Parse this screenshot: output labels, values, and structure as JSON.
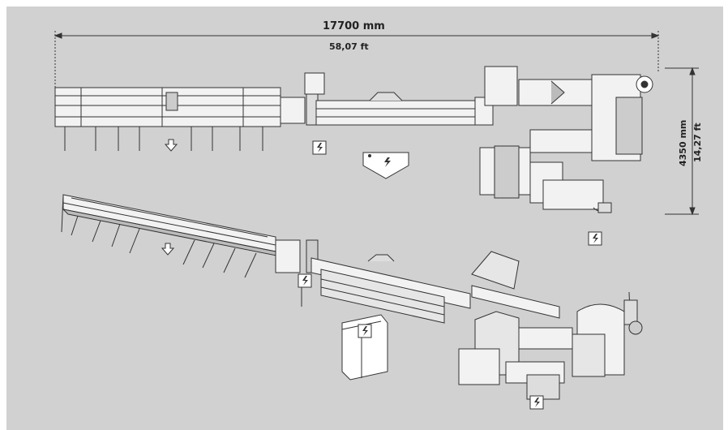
{
  "dimensions": {
    "width_mm": "17700 mm",
    "width_ft": "58,07 ft",
    "height_mm": "4350 mm",
    "height_ft": "14,27 ft"
  },
  "colors": {
    "background": "#d1d1d1",
    "line": "#333333",
    "fill_light": "#f2f2f2",
    "fill_dark": "#9a9a9a"
  },
  "icons": [
    "electric-hazard-icon",
    "down-arrow-icon"
  ]
}
